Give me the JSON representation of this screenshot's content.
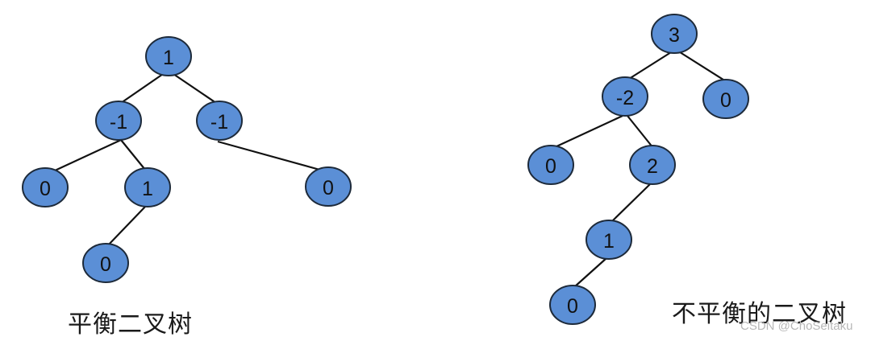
{
  "colors": {
    "node_fill": "#5b8fd6",
    "node_stroke": "#1d2a3a",
    "edge": "#111111",
    "text": "#111111",
    "watermark": "#b8b8b8"
  },
  "trees": [
    {
      "caption": "平衡二叉树",
      "nodes": [
        {
          "id": "a1",
          "label": "1"
        },
        {
          "id": "a2",
          "label": "-1"
        },
        {
          "id": "a3",
          "label": "-1"
        },
        {
          "id": "a4",
          "label": "0"
        },
        {
          "id": "a5",
          "label": "1"
        },
        {
          "id": "a6",
          "label": "0"
        },
        {
          "id": "a7",
          "label": "0"
        }
      ],
      "edges": [
        [
          "a1",
          "a2"
        ],
        [
          "a1",
          "a3"
        ],
        [
          "a2",
          "a4"
        ],
        [
          "a2",
          "a5"
        ],
        [
          "a3",
          "a7"
        ],
        [
          "a5",
          "a6"
        ]
      ]
    },
    {
      "caption": "不平衡的二叉树",
      "nodes": [
        {
          "id": "b1",
          "label": "3"
        },
        {
          "id": "b2",
          "label": "-2"
        },
        {
          "id": "b3",
          "label": "0"
        },
        {
          "id": "b4",
          "label": "0"
        },
        {
          "id": "b5",
          "label": "2"
        },
        {
          "id": "b6",
          "label": "1"
        },
        {
          "id": "b7",
          "label": "0"
        }
      ],
      "edges": [
        [
          "b1",
          "b2"
        ],
        [
          "b1",
          "b3"
        ],
        [
          "b2",
          "b4"
        ],
        [
          "b2",
          "b5"
        ],
        [
          "b5",
          "b6"
        ],
        [
          "b6",
          "b7"
        ]
      ]
    }
  ],
  "watermark": "CSDN @ChoSeitaku"
}
